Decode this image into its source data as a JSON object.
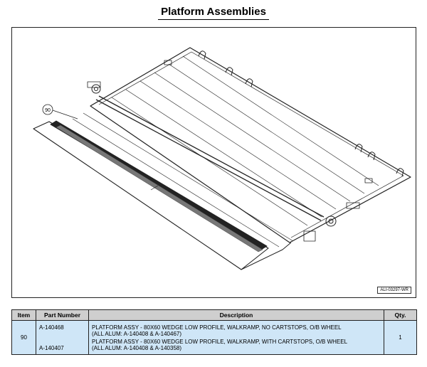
{
  "title": "Platform Assemblies",
  "drawing": {
    "callout": "90",
    "drawing_id": "ALI-03297-WR"
  },
  "table": {
    "headers": [
      "Item",
      "Part Number",
      "Description",
      "Qty."
    ],
    "item": "90",
    "qty": "1",
    "parts": [
      {
        "part_number": "A-140468",
        "description_line1": "PLATFORM ASSY - 80X60 WEDGE LOW PROFILE, WALKRAMP, NO CARTSTOPS, O/B WHEEL",
        "description_line2": "(ALL ALUM: A-140408 & A-140467)"
      },
      {
        "part_number": "A-140407",
        "description_line1": "PLATFORM ASSY - 80X60 WEDGE LOW PROFILE, WALKRAMP, WITH CARTSTOPS, O/B WHEEL",
        "description_line2": "(ALL ALUM: A-140408 & A-140358)"
      }
    ]
  }
}
